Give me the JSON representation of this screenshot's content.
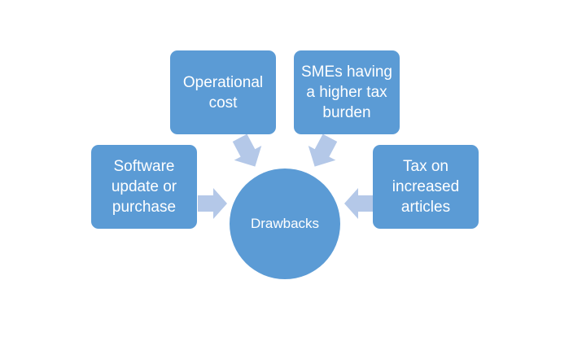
{
  "colors": {
    "box": "#5b9bd5",
    "arrow": "#b4c8e8",
    "text": "#ffffff"
  },
  "center": {
    "label": "Drawbacks"
  },
  "items": [
    {
      "label": "Software\nupdate or\npurchase"
    },
    {
      "label": "Operational\ncost"
    },
    {
      "label": "SMEs having\na higher tax\nburden"
    },
    {
      "label": "Tax on\nincreased\narticles"
    }
  ]
}
